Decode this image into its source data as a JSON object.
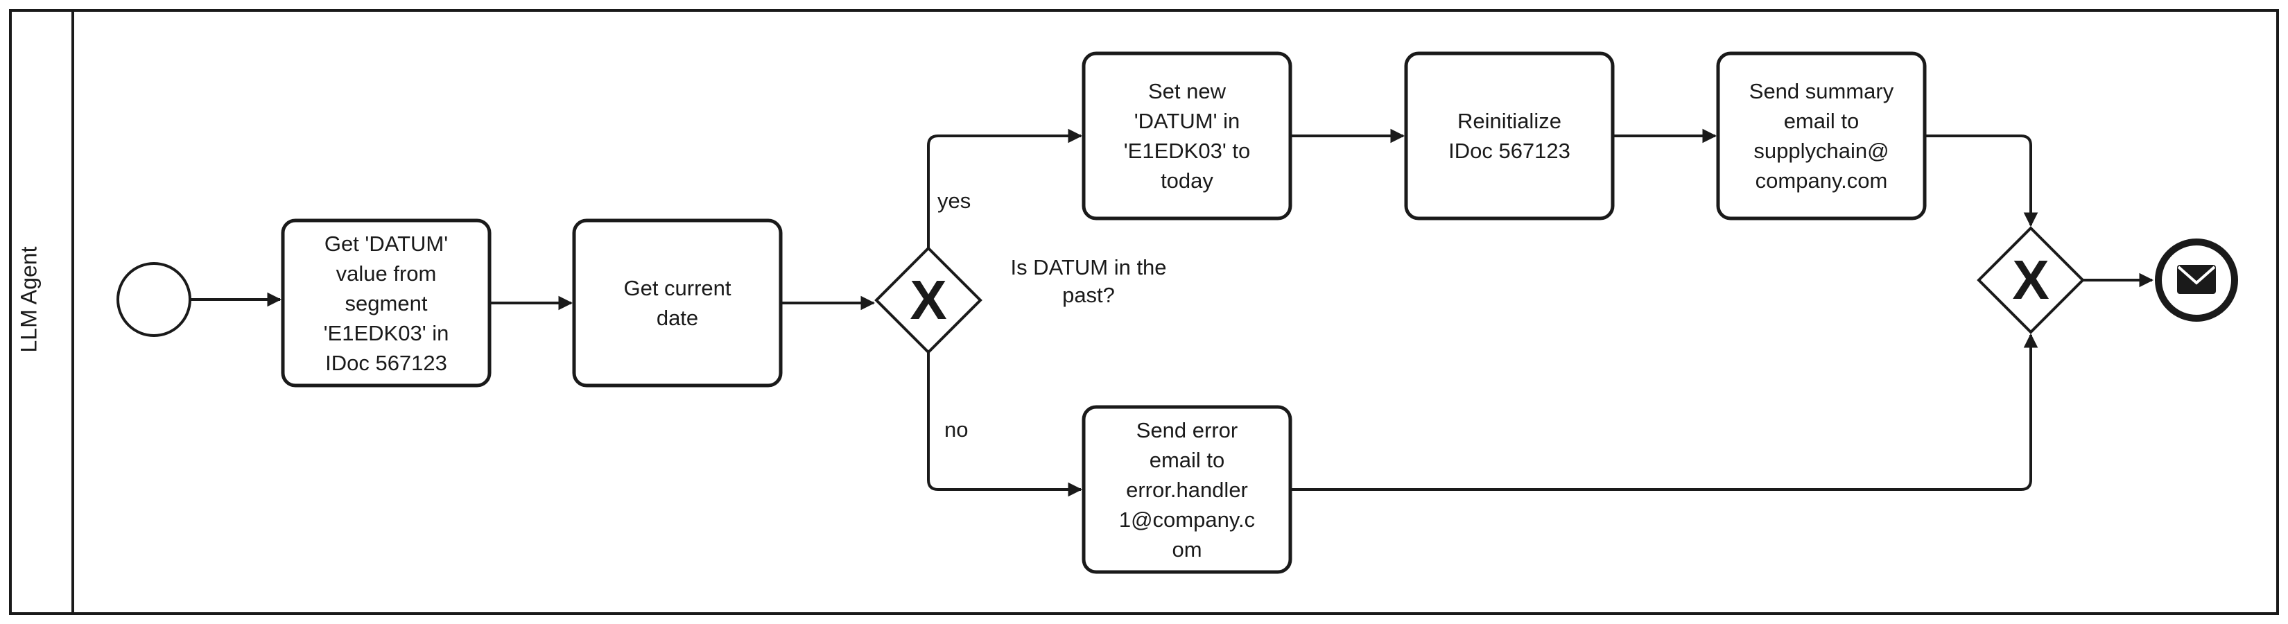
{
  "pool": {
    "lane_label": "LLM Agent"
  },
  "tasks": {
    "get_datum": "Get 'DATUM'\nvalue from\nsegment\n'E1EDK03' in\nIDoc 567123",
    "get_current_date": "Get current\ndate",
    "set_new_datum": "Set new\n'DATUM' in\n'E1EDK03' to\ntoday",
    "reinitialize_idoc": "Reinitialize\nIDoc 567123",
    "send_summary_email": "Send summary\nemail to\nsupplychain@\ncompany.com",
    "send_error_email": "Send error\nemail to\nerror.handler\n1@company.c\nom"
  },
  "gateway": {
    "question": "Is DATUM in the\npast?",
    "yes_label": "yes",
    "no_label": "no",
    "symbol": "X"
  },
  "merge_gateway": {
    "symbol": "X"
  },
  "events": {
    "start_icon": "start-event-circle",
    "end_icon": "envelope-end-event"
  },
  "colors": {
    "stroke": "#1a1a1a",
    "background": "#ffffff"
  }
}
